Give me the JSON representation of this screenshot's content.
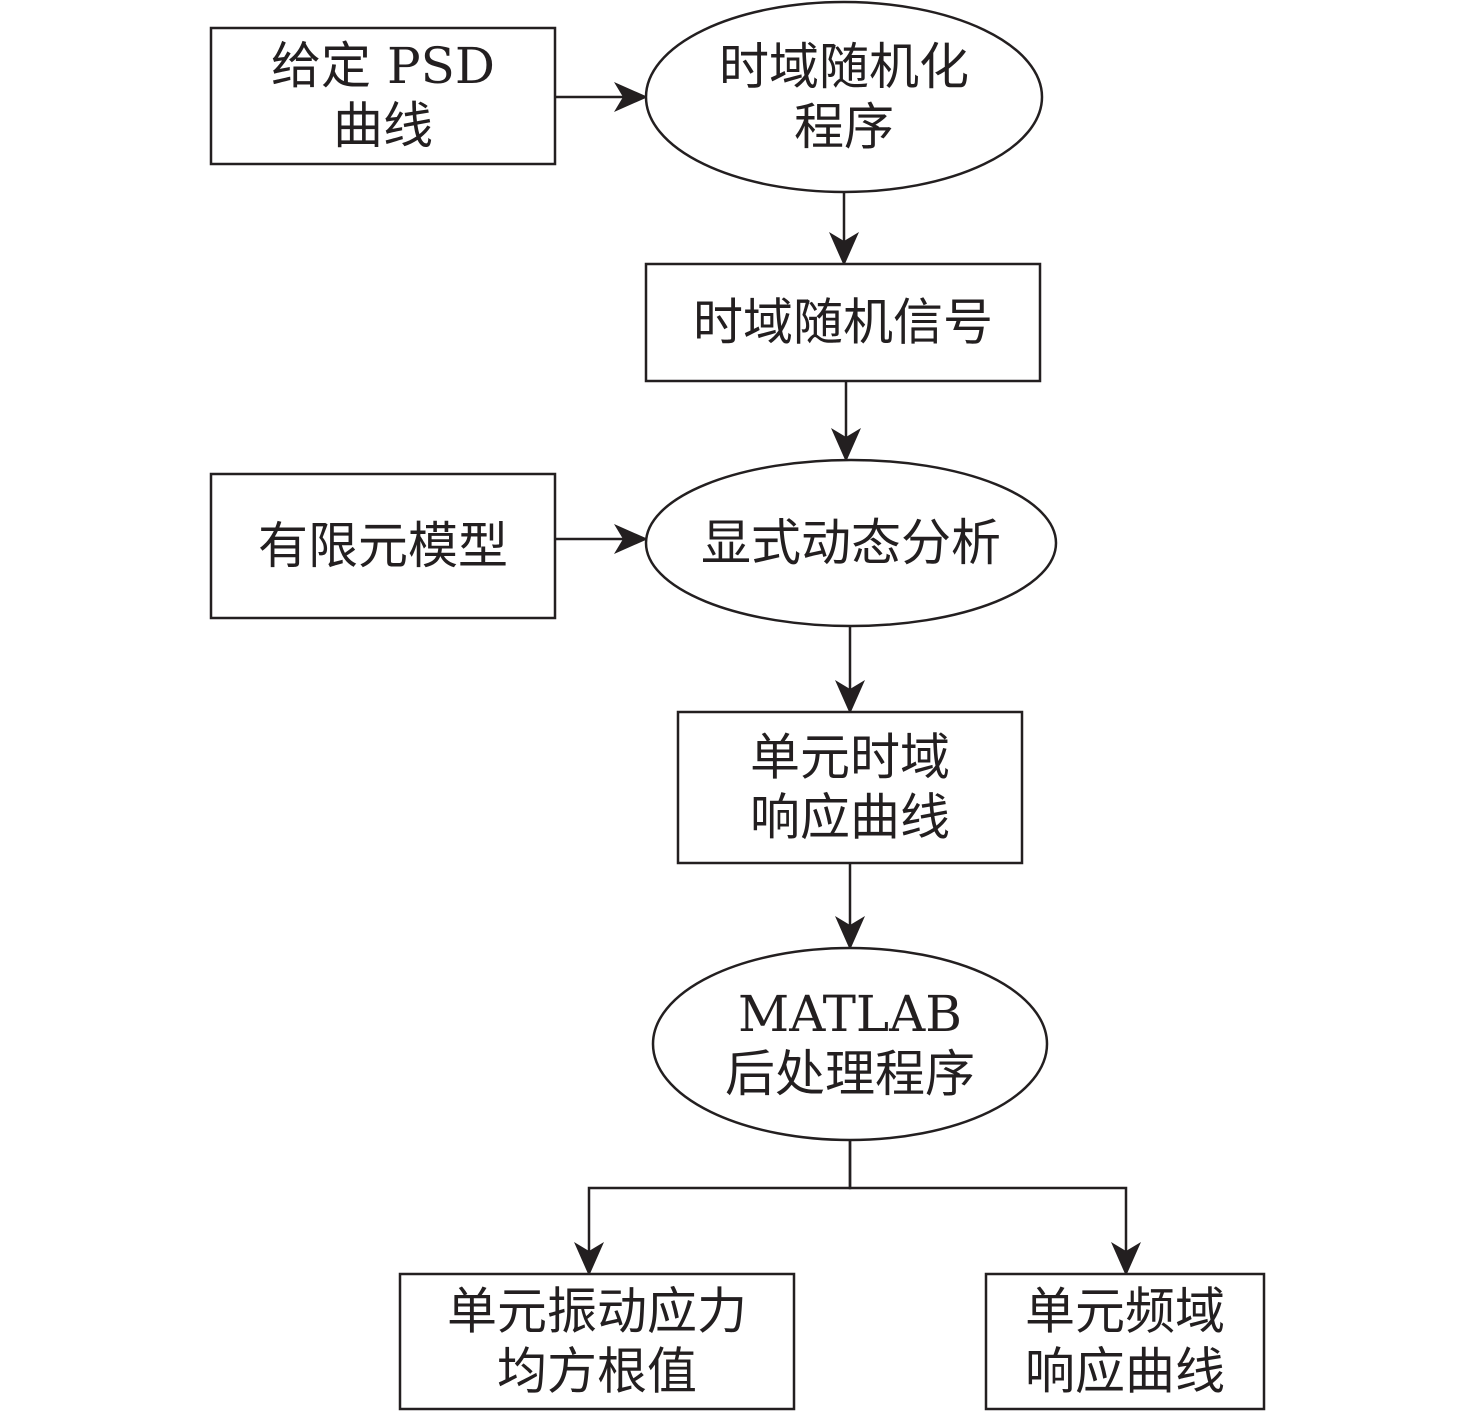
{
  "diagram": {
    "type": "flowchart",
    "colors": {
      "ink": "#231f20",
      "fill": "#ffffff"
    },
    "nodes": [
      {
        "id": "psd",
        "shape": "rect",
        "lines": [
          "给定 PSD",
          "曲线"
        ]
      },
      {
        "id": "randomize",
        "shape": "ellipse",
        "lines": [
          "时域随机化",
          "程序"
        ]
      },
      {
        "id": "signal",
        "shape": "rect",
        "lines": [
          "时域随机信号"
        ]
      },
      {
        "id": "fem",
        "shape": "rect",
        "lines": [
          "有限元模型"
        ]
      },
      {
        "id": "explicit",
        "shape": "ellipse",
        "lines": [
          "显式动态分析"
        ]
      },
      {
        "id": "time_resp",
        "shape": "rect",
        "lines": [
          "单元时域",
          "响应曲线"
        ]
      },
      {
        "id": "matlab",
        "shape": "ellipse",
        "lines": [
          "MATLAB",
          "后处理程序"
        ]
      },
      {
        "id": "rms",
        "shape": "rect",
        "lines": [
          "单元振动应力",
          "均方根值"
        ]
      },
      {
        "id": "freq_resp",
        "shape": "rect",
        "lines": [
          "单元频域",
          "响应曲线"
        ]
      }
    ],
    "edges": [
      {
        "from": "psd",
        "to": "randomize"
      },
      {
        "from": "randomize",
        "to": "signal"
      },
      {
        "from": "signal",
        "to": "explicit"
      },
      {
        "from": "fem",
        "to": "explicit"
      },
      {
        "from": "explicit",
        "to": "time_resp"
      },
      {
        "from": "time_resp",
        "to": "matlab"
      },
      {
        "from": "matlab",
        "to": "rms"
      },
      {
        "from": "matlab",
        "to": "freq_resp"
      }
    ]
  }
}
